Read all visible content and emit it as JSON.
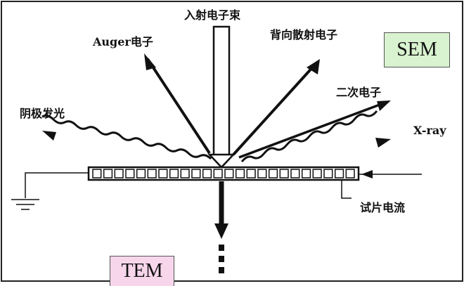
{
  "labels": {
    "incident_beam": "入射电子束",
    "auger": "Auger电子",
    "backscattered": "背向散射电子",
    "secondary": "二次电子",
    "cathodoluminescence": "阴极发光",
    "xray": "X-ray",
    "specimen_current": "试片电流"
  },
  "boxes": {
    "sem": "SEM",
    "tem": "TEM"
  },
  "colors": {
    "sem_box_fill": "#d9f2cf",
    "tem_box_fill": "#f7d6ec",
    "line": "#111111"
  }
}
